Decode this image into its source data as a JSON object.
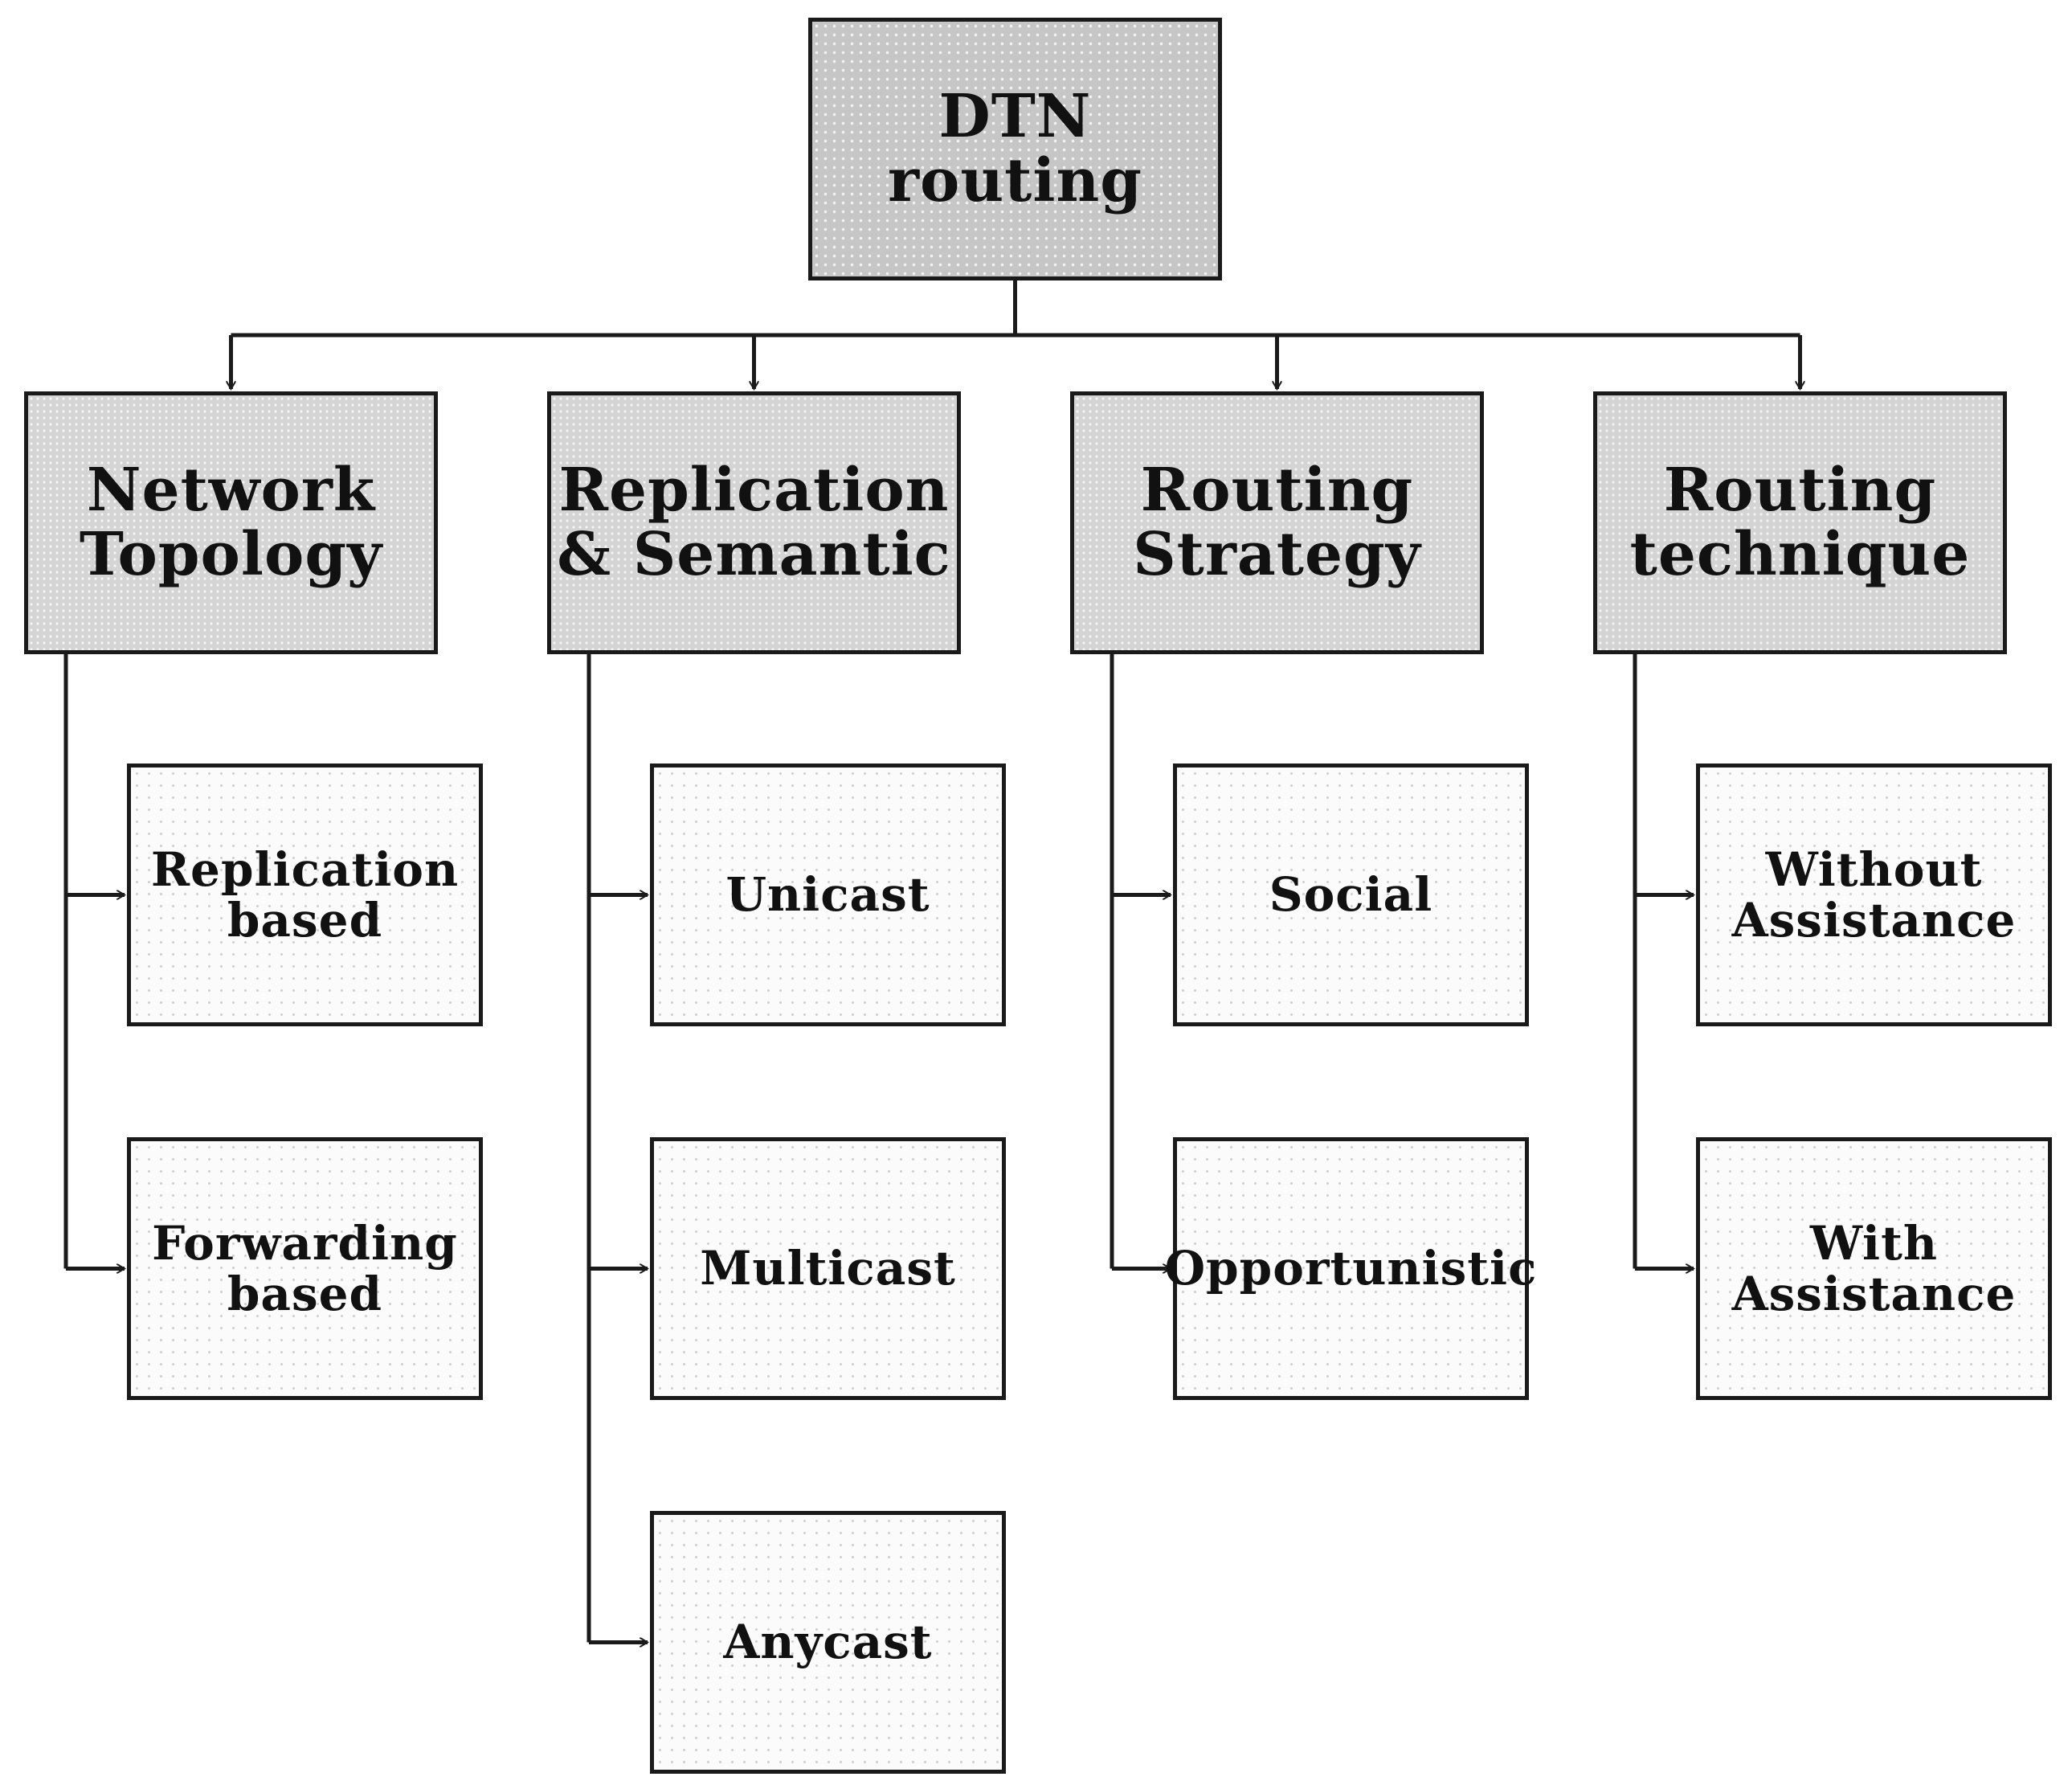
{
  "diagram": {
    "root": {
      "label": "DTN routing"
    },
    "categories": [
      {
        "label": "Network\nTopology",
        "children": [
          "Replication\nbased",
          "Forwarding\nbased"
        ]
      },
      {
        "label": "Replication\n& Semantic",
        "children": [
          "Unicast",
          "Multicast",
          "Anycast"
        ]
      },
      {
        "label": "Routing\nStrategy",
        "children": [
          "Social",
          "Opportunistic"
        ]
      },
      {
        "label": "Routing\ntechnique",
        "children": [
          "Without\nAssistance",
          "With\nAssistance"
        ]
      }
    ]
  }
}
